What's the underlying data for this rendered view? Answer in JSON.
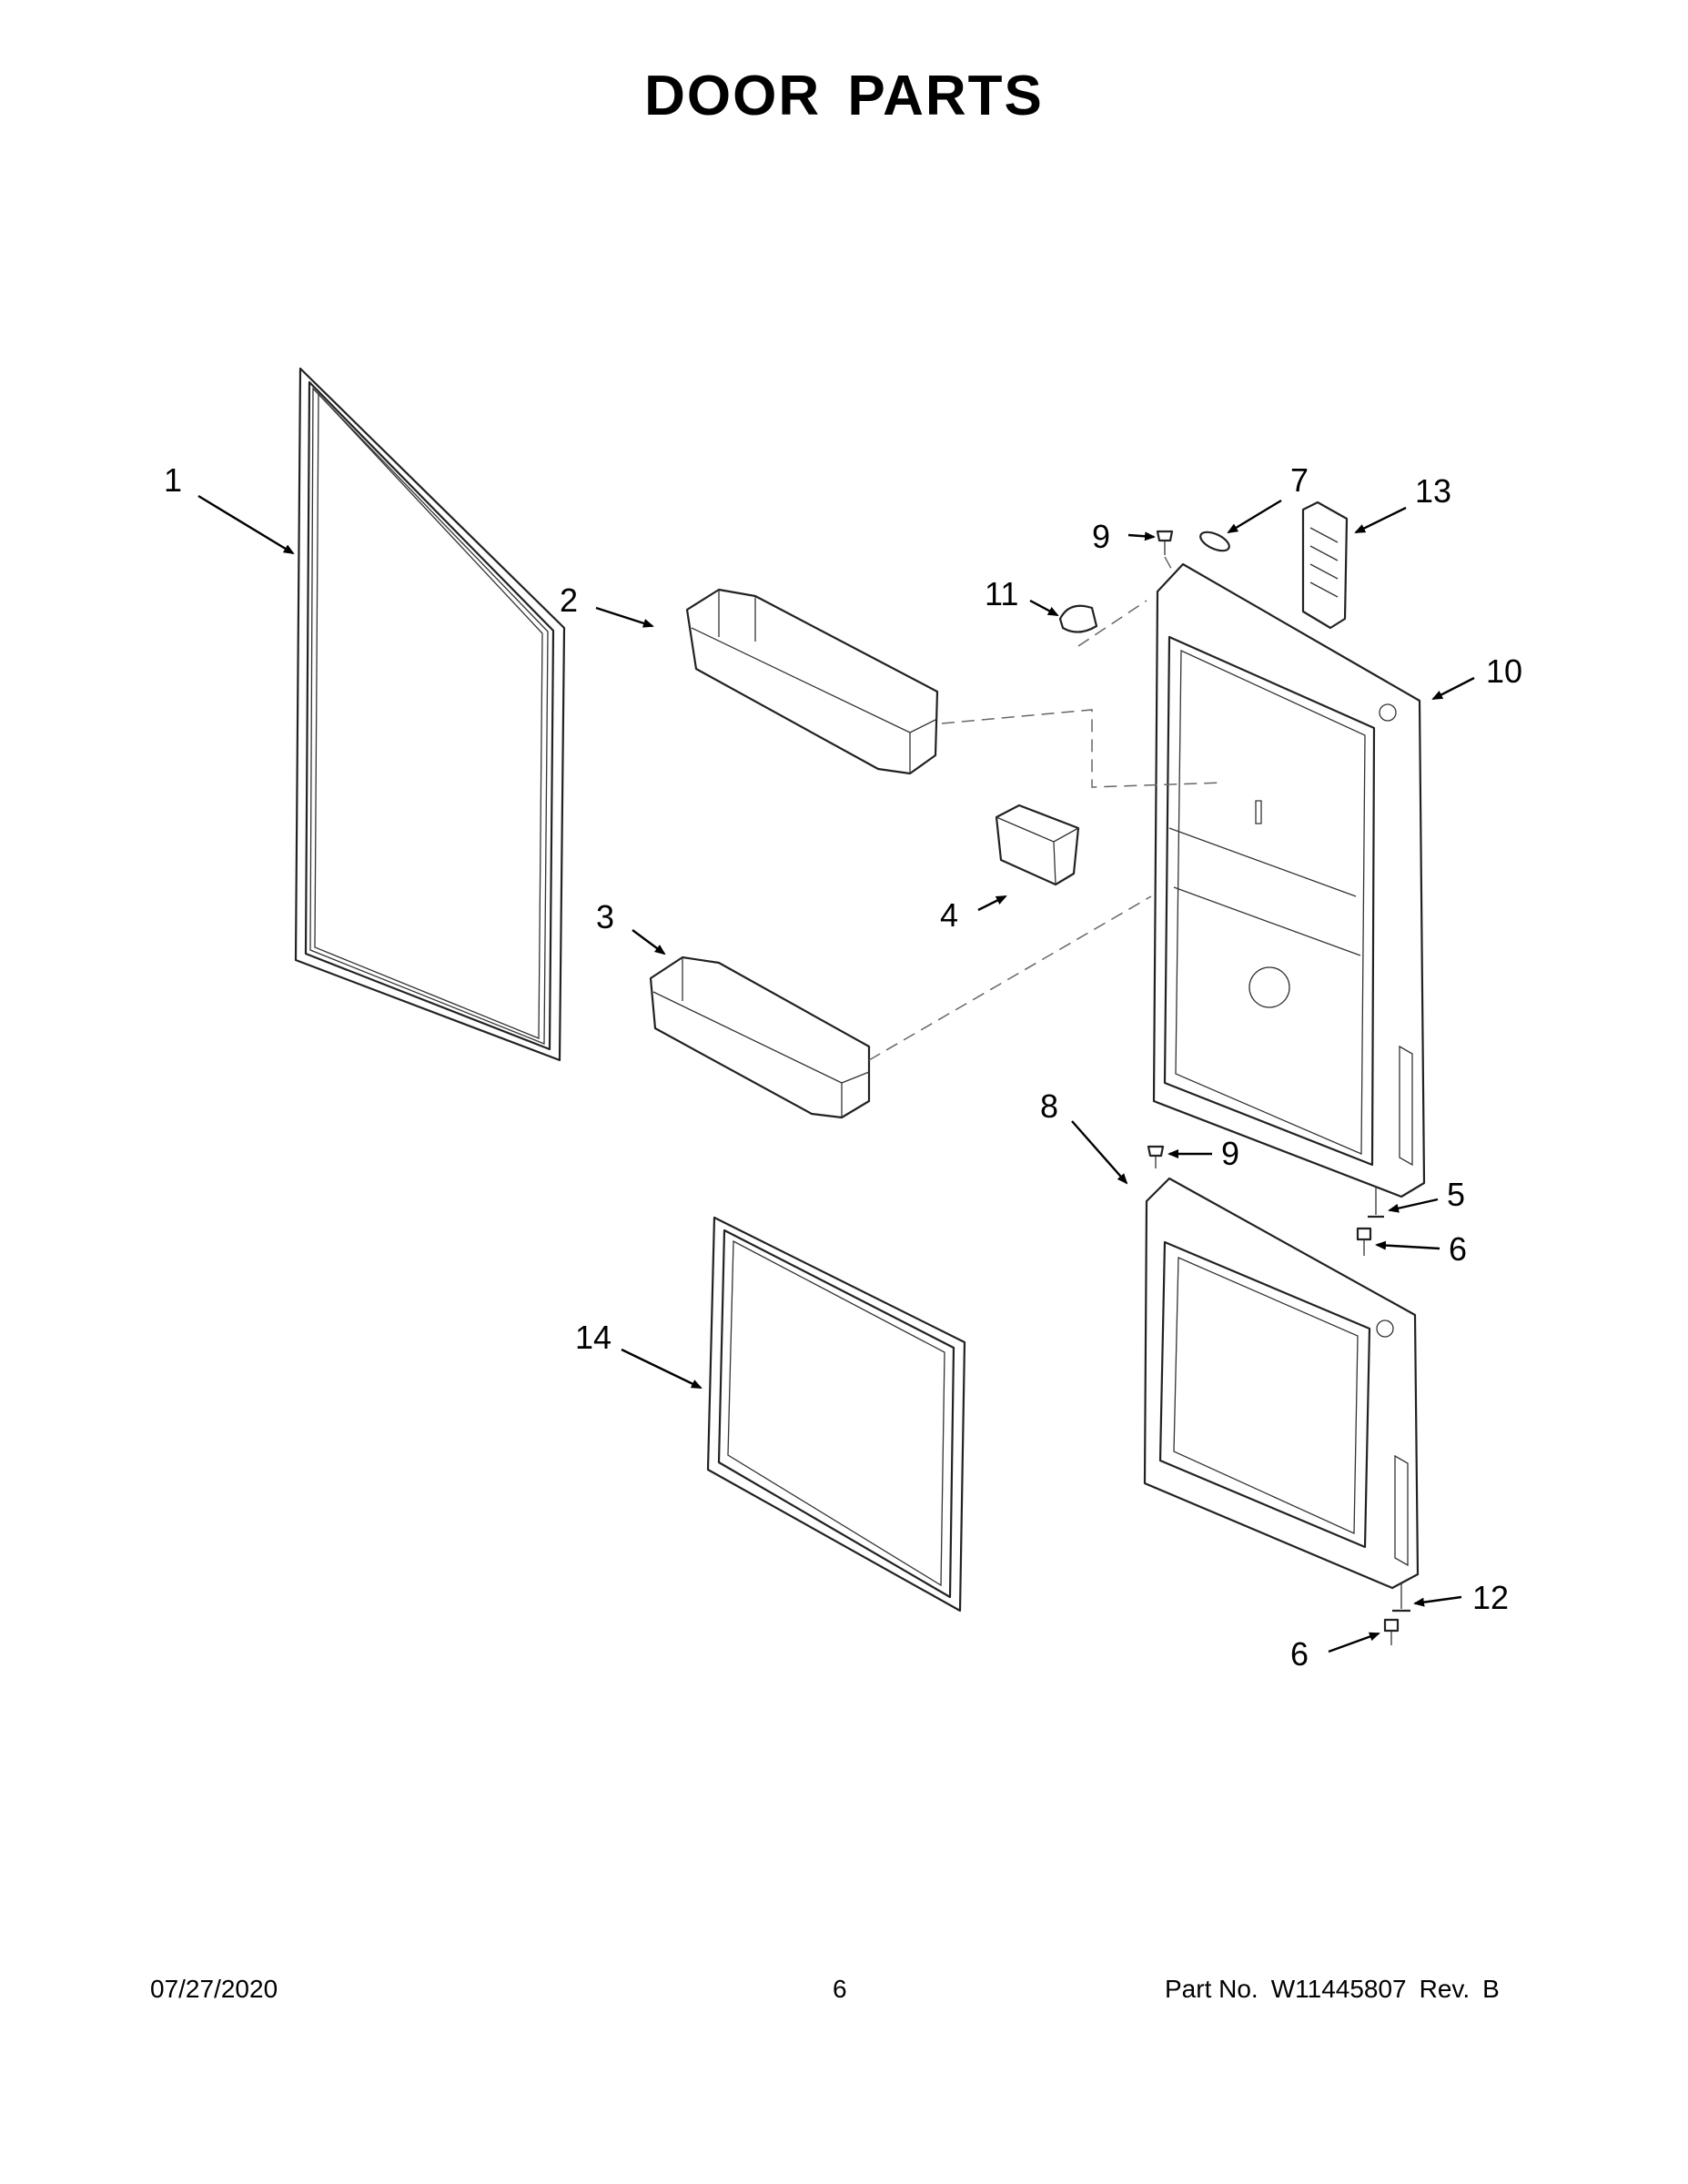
{
  "title": "DOOR PARTS",
  "footer": {
    "date": "07/27/2020",
    "page": "6",
    "part_no_label": "Part No.",
    "part_no": "W11445807",
    "rev_label": "Rev.",
    "rev": "B"
  },
  "callouts": {
    "c1": "1",
    "c2": "2",
    "c3": "3",
    "c4": "4",
    "c5": "5",
    "c6a": "6",
    "c6b": "6",
    "c7": "7",
    "c8": "8",
    "c9a": "9",
    "c9b": "9",
    "c10": "10",
    "c11": "11",
    "c12": "12",
    "c13": "13",
    "c14": "14"
  }
}
